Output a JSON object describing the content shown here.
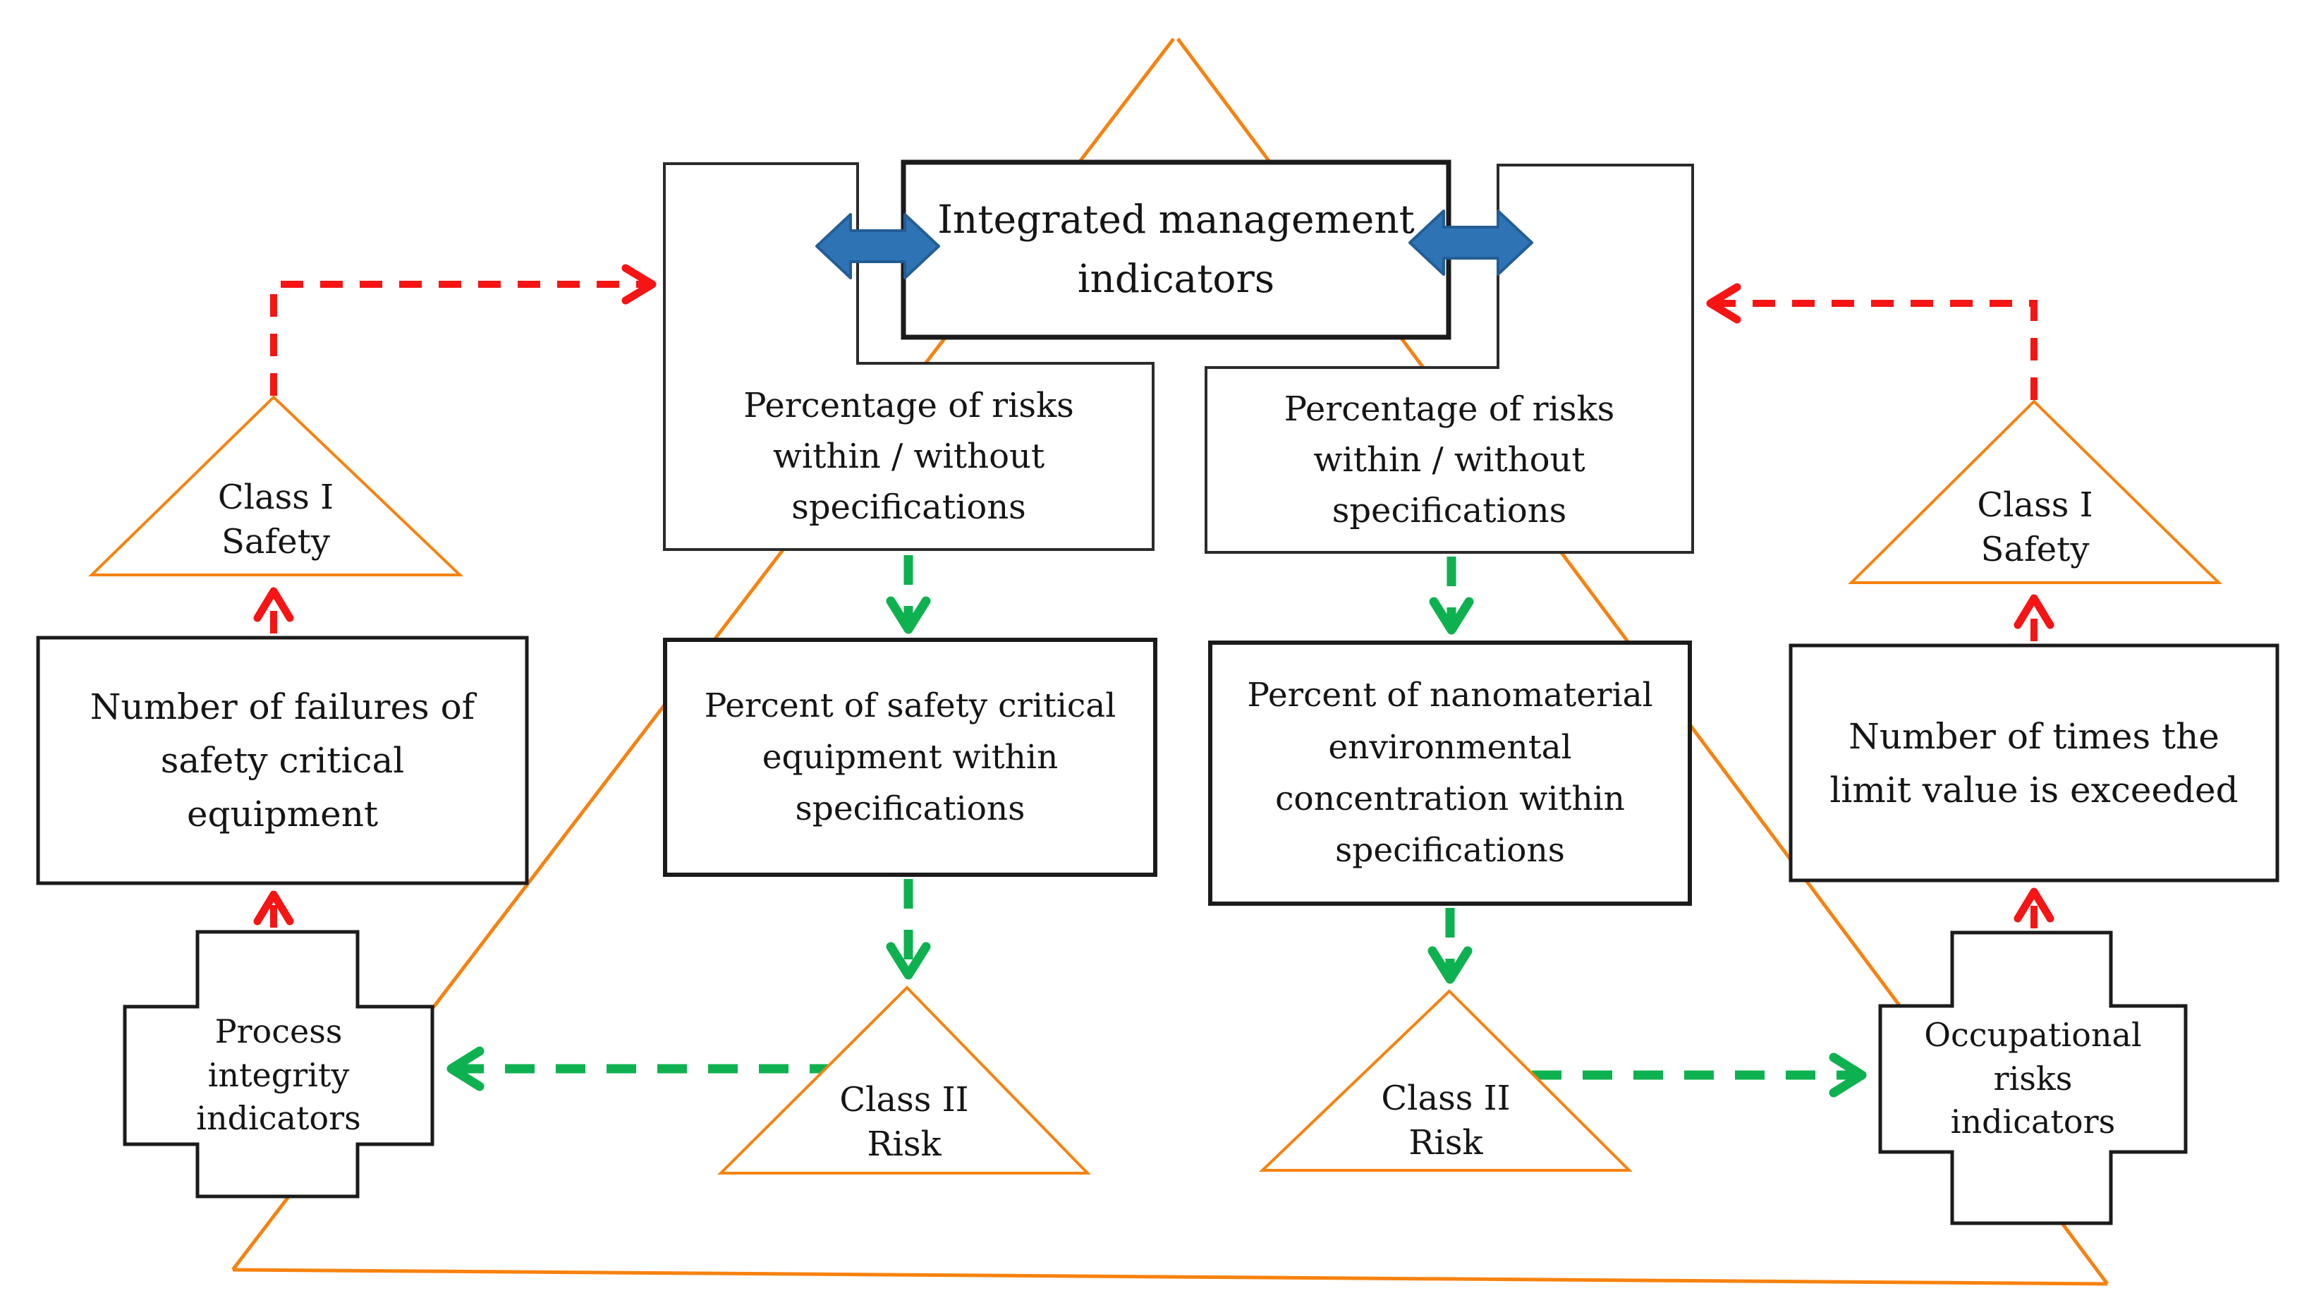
{
  "colors": {
    "pyramid_orange": "#F6820F",
    "arrow_red": "#F61414",
    "arrow_green": "#0EB14F",
    "connector_blue": "#2E74B5",
    "box_border": "#1B1B1B",
    "box_fill": "#FFFFFF",
    "text": "#151515"
  },
  "nodes": {
    "integrated": {
      "label": "Integrated management\nindicators"
    },
    "pct_risks_left": {
      "label": "Percentage of risks\nwithin / without\nspecifications"
    },
    "pct_risks_right": {
      "label": "Percentage of risks\nwithin / without\nspecifications"
    },
    "class1_left": {
      "label": "Class I\nSafety"
    },
    "class1_right": {
      "label": "Class I\nSafety"
    },
    "num_failures": {
      "label": "Number of failures of\nsafety critical\nequipment"
    },
    "pct_safety_equipment": {
      "label": "Percent of safety critical\nequipment within\nspecifications"
    },
    "pct_nanomaterial": {
      "label": "Percent of nanomaterial\nenvironmental\nconcentration within\nspecifications"
    },
    "num_times_limit": {
      "label": "Number of times the\nlimit value is exceeded"
    },
    "class2_left": {
      "label": "Class II\nRisk"
    },
    "class2_right": {
      "label": "Class II\nRisk"
    },
    "process_integrity": {
      "label": "Process\nintegrity\nindicators"
    },
    "occupational_risks": {
      "label": "Occupational\nrisks\nindicators"
    }
  },
  "edges": [
    {
      "from": "class1_left",
      "to": "pct_risks_left",
      "style": "dashed",
      "color": "red"
    },
    {
      "from": "class1_right",
      "to": "pct_risks_right",
      "style": "dashed",
      "color": "red"
    },
    {
      "from": "num_failures",
      "to": "class1_left",
      "style": "dashed",
      "color": "red"
    },
    {
      "from": "process_integrity",
      "to": "num_failures",
      "style": "dashed",
      "color": "red"
    },
    {
      "from": "num_times_limit",
      "to": "class1_right",
      "style": "dashed",
      "color": "red"
    },
    {
      "from": "occupational_risks",
      "to": "num_times_limit",
      "style": "dashed",
      "color": "red"
    },
    {
      "from": "pct_risks_left",
      "to": "pct_safety_equipment",
      "style": "dashed",
      "color": "green"
    },
    {
      "from": "pct_safety_equipment",
      "to": "class2_left",
      "style": "dashed",
      "color": "green"
    },
    {
      "from": "pct_risks_right",
      "to": "pct_nanomaterial",
      "style": "dashed",
      "color": "green"
    },
    {
      "from": "pct_nanomaterial",
      "to": "class2_right",
      "style": "dashed",
      "color": "green"
    },
    {
      "from": "class2_left",
      "to": "process_integrity",
      "style": "dashed",
      "color": "green"
    },
    {
      "from": "class2_right",
      "to": "occupational_risks",
      "style": "dashed",
      "color": "green"
    },
    {
      "from": "integrated",
      "to": "pct_risks_left",
      "style": "double-arrow",
      "color": "blue"
    },
    {
      "from": "integrated",
      "to": "pct_risks_right",
      "style": "double-arrow",
      "color": "blue"
    }
  ]
}
